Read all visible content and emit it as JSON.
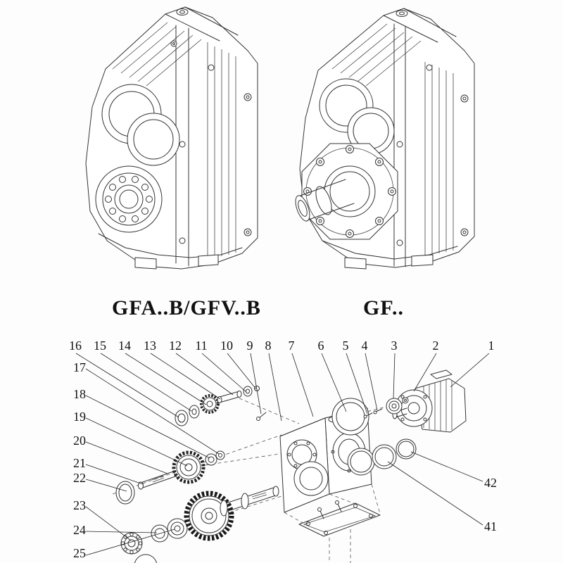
{
  "figure": {
    "models": {
      "left_label": "GFA..B/GFV..B",
      "right_label": "GF.."
    },
    "exploded_view": {
      "callouts_top": [
        "16",
        "15",
        "14",
        "13",
        "12",
        "11",
        "10",
        "9",
        "8",
        "7",
        "6",
        "5",
        "4",
        "3",
        "2",
        "1"
      ],
      "callouts_left": [
        "17",
        "18",
        "19",
        "20",
        "21",
        "22",
        "23",
        "24",
        "25"
      ],
      "callouts_right": [
        "42",
        "41"
      ]
    },
    "colors": {
      "line": "#333333",
      "text": "#111111",
      "background": "#fdfdfd"
    }
  }
}
